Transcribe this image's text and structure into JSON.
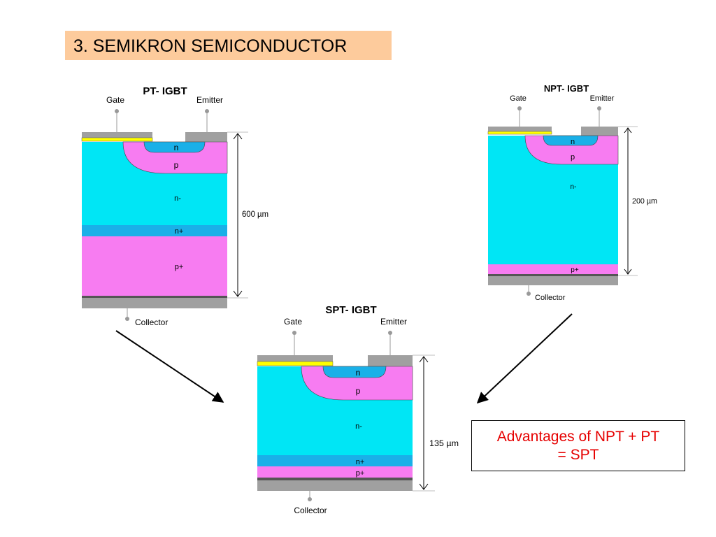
{
  "slide": {
    "title": "3. SEMIKRON  SEMICONDUCTOR",
    "advantages_line1": "Advantages of NPT + PT",
    "advantages_line2": "=  SPT"
  },
  "colors": {
    "n_minus": "#00e6f5",
    "n": "#1ab0e8",
    "n_plus": "#1ab0e8",
    "p": "#f77cf1",
    "p_plus": "#f77cf1",
    "metal": "#a0a0a0",
    "gate_oxide": "#ffff00",
    "collector_line": "#555555",
    "advantages_text": "#e60000",
    "title_background": "#fdcb9c"
  },
  "diagrams": {
    "pt": {
      "title": "PT- IGBT",
      "gate_label": "Gate",
      "emitter_label": "Emitter",
      "collector_label": "Collector",
      "thickness_label": "600 µm",
      "regions": {
        "n": "n",
        "p": "p",
        "n_minus": "n-",
        "n_plus": "n+",
        "p_plus": "p+"
      }
    },
    "npt": {
      "title": "NPT- IGBT",
      "gate_label": "Gate",
      "emitter_label": "Emitter",
      "collector_label": "Collector",
      "thickness_label": "200 µm",
      "regions": {
        "n": "n",
        "p": "p",
        "n_minus": "n-",
        "p_plus": "p+"
      }
    },
    "spt": {
      "title": "SPT- IGBT",
      "gate_label": "Gate",
      "emitter_label": "Emitter",
      "collector_label": "Collector",
      "thickness_label": "135 µm",
      "regions": {
        "n": "n",
        "p": "p",
        "n_minus": "n-",
        "n_plus": "n+",
        "p_plus": "p+"
      }
    }
  }
}
